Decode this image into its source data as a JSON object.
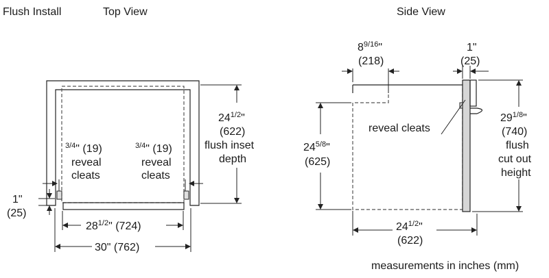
{
  "headings": {
    "flush_install": "Flush Install",
    "top_view": "Top View",
    "side_view": "Side View"
  },
  "top_view": {
    "left_cleat": {
      "frac": "3/4",
      "metric": "\" (19)",
      "line2": "reveal",
      "line3": "cleats"
    },
    "right_cleat": {
      "frac": "3/4",
      "metric": "\" (19)",
      "line2": "reveal",
      "line3": "cleats"
    },
    "depth": {
      "whole": "24",
      "frac": "1/2",
      "quote": "\"",
      "metric": "(622)",
      "line3": "flush inset",
      "line4": "depth"
    },
    "side_gap": {
      "line1": "1\"",
      "line2": "(25)"
    },
    "inner_width": {
      "whole": "28",
      "frac": "1/2",
      "rest": "\" (724)"
    },
    "outer_width": {
      "label": "30\" (762)"
    }
  },
  "side_view": {
    "reveal_cleats": "reveal cleats",
    "top_offset": {
      "whole": "8",
      "frac": "9/16",
      "quote": "\"",
      "metric": "(218)"
    },
    "door_thickness": {
      "line1": "1\"",
      "line2": "(25)"
    },
    "height": {
      "whole": "24",
      "frac": "5/8",
      "quote": "\"",
      "metric": "(625)"
    },
    "cutout": {
      "whole": "29",
      "frac": "1/8",
      "quote": "\"",
      "metric": "(740)",
      "line3": "flush",
      "line4": "cut out",
      "line5": "height"
    },
    "depth": {
      "whole": "24",
      "frac": "1/2",
      "quote": "\"",
      "metric": "(622)"
    }
  },
  "footer": {
    "note": "measurements in inches (mm)"
  },
  "colors": {
    "line": "#222222",
    "dashed": "#555555",
    "door_fill": "#d6d6d6"
  }
}
